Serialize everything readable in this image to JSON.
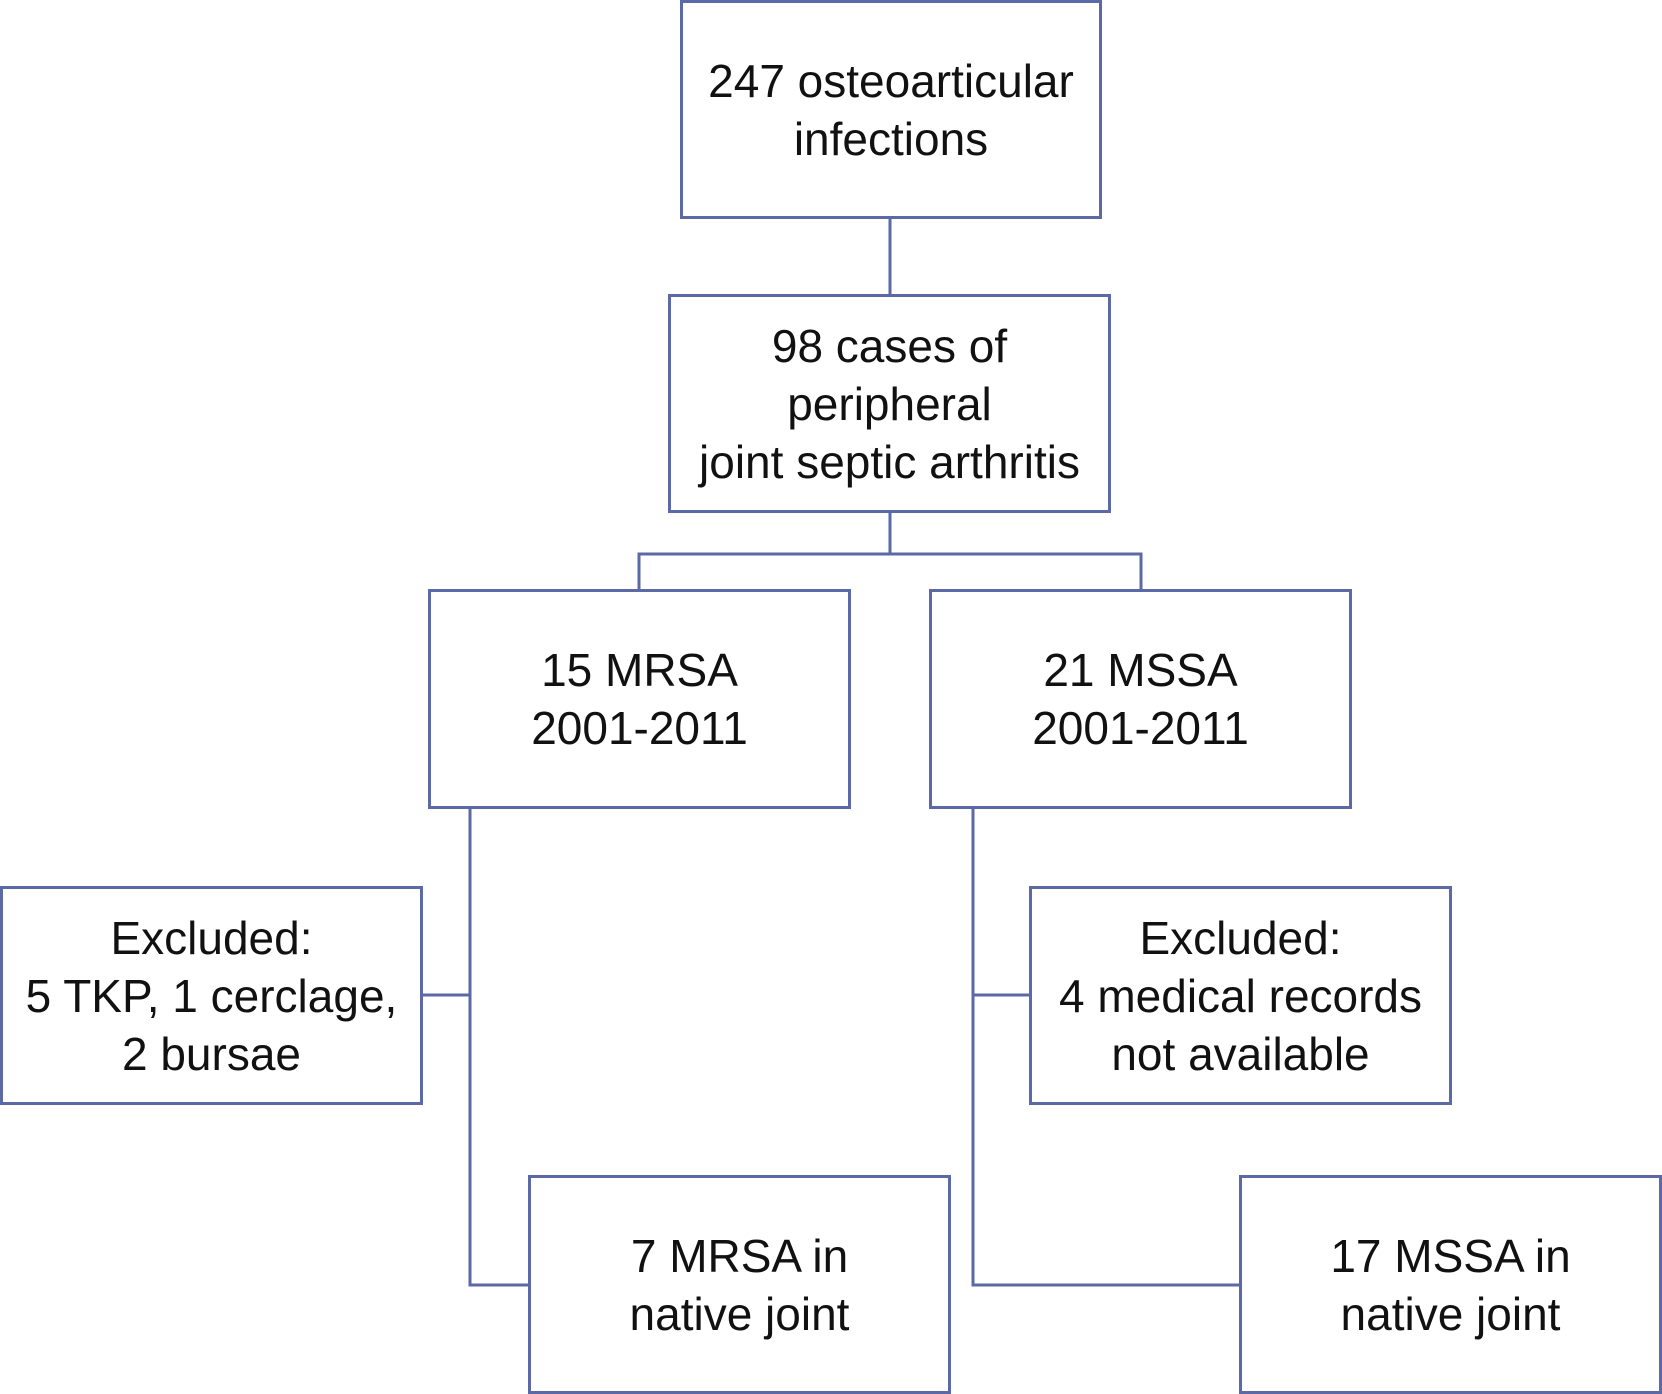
{
  "flowchart": {
    "top": {
      "lines": [
        "247 osteoarticular",
        "infections"
      ]
    },
    "septic": {
      "lines": [
        "98 cases of",
        "peripheral",
        "joint septic arthritis"
      ]
    },
    "mrsa": {
      "lines": [
        "15 MRSA",
        "2001-2011"
      ]
    },
    "mssa": {
      "lines": [
        "21 MSSA",
        "2001-2011"
      ]
    },
    "mrsa_excluded": {
      "lines": [
        "Excluded:",
        "5 TKP, 1 cerclage,",
        "2 bursae"
      ]
    },
    "mssa_excluded": {
      "lines": [
        "Excluded:",
        "4 medical records",
        "not available"
      ]
    },
    "mrsa_final": {
      "lines": [
        "7 MRSA in",
        "native joint"
      ]
    },
    "mssa_final": {
      "lines": [
        "17 MSSA in",
        "native joint"
      ]
    }
  },
  "colors": {
    "border": "#5b6aa6",
    "text": "#111111",
    "background": "#ffffff"
  }
}
